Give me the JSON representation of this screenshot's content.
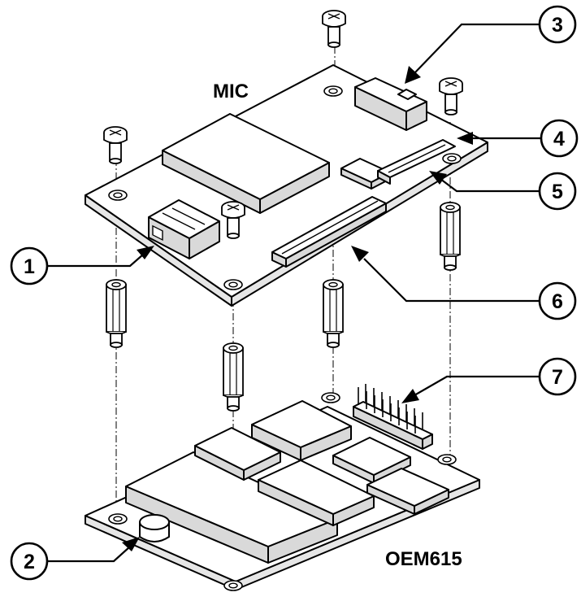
{
  "labels": {
    "mic": "MIC",
    "oem": "OEM615"
  },
  "callouts": [
    "1",
    "2",
    "3",
    "4",
    "5",
    "6",
    "7"
  ]
}
